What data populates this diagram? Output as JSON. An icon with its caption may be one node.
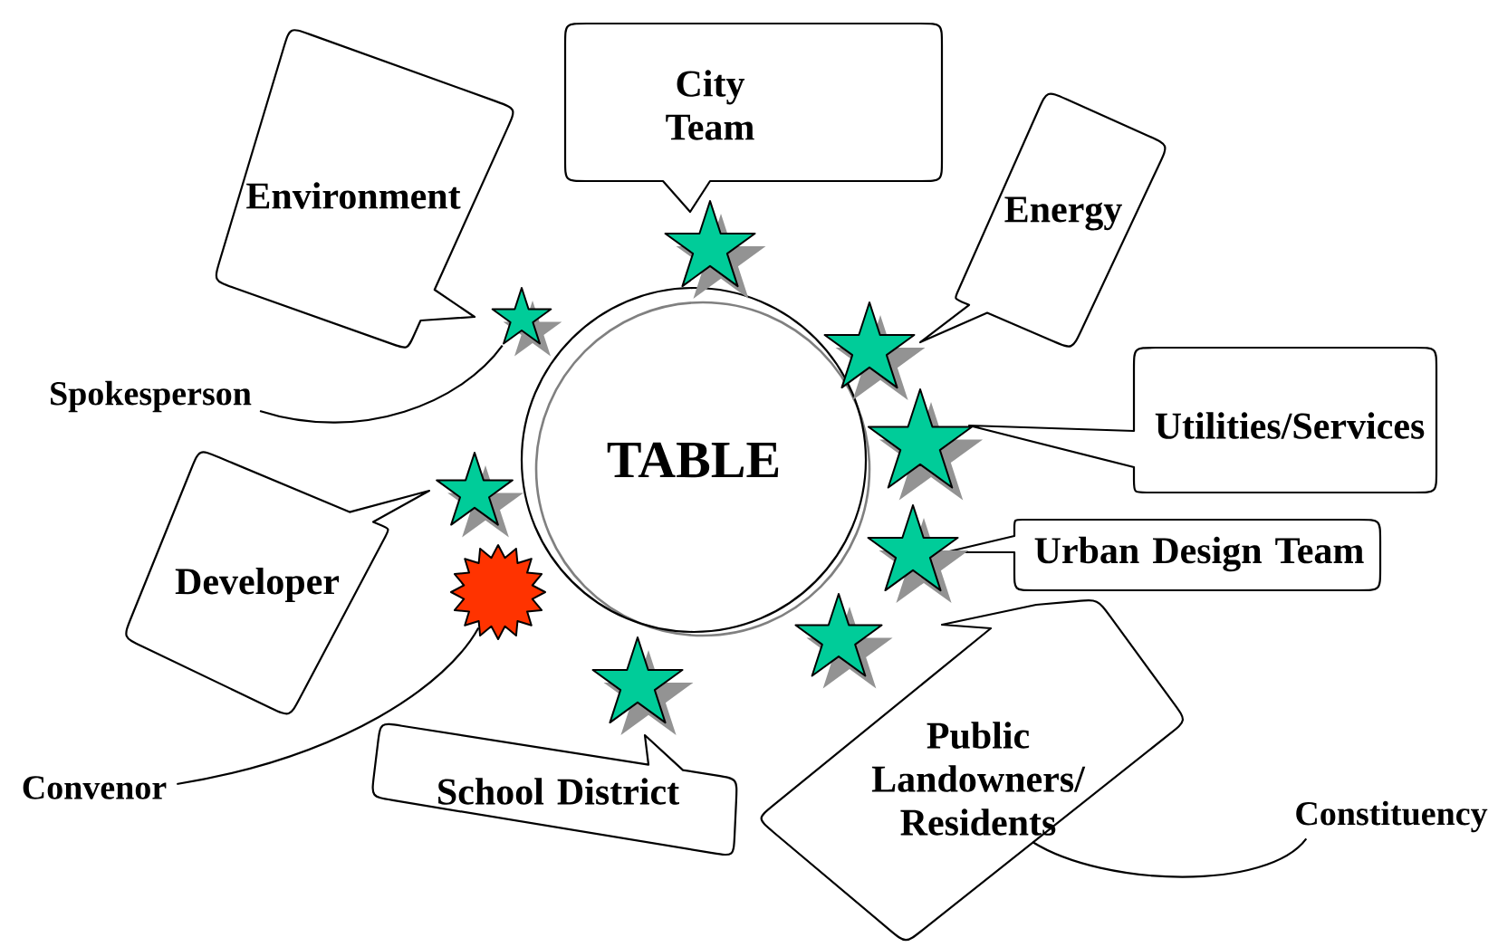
{
  "diagram": {
    "nodes": [
      {
        "text": [
          "City Team"
        ]
      },
      {
        "text": [
          "Environment"
        ]
      },
      {
        "text": [
          "Energy"
        ]
      },
      {
        "text": [
          "Spokesperson"
        ]
      },
      {
        "text": [
          "Utilities/Services"
        ]
      },
      {
        "text": [
          "TABLE"
        ]
      },
      {
        "text": [
          "Developer"
        ]
      },
      {
        "text": [
          "Urban Design Team"
        ]
      },
      {
        "text": [
          "Public Landowners/ Residents"
        ]
      },
      {
        "text": [
          "School District"
        ]
      },
      {
        "text": [
          "Convenor"
        ]
      },
      {
        "text": [
          "Constituency"
        ]
      },
      {
        "text": [],
        "shape": "star"
      },
      {
        "text": [],
        "shape": "star"
      },
      {
        "text": [],
        "shape": "star"
      },
      {
        "text": [],
        "shape": "star"
      },
      {
        "text": [],
        "shape": "star"
      },
      {
        "text": [],
        "shape": "star"
      },
      {
        "text": [],
        "shape": "burst"
      },
      {
        "text": [],
        "shape": "star"
      },
      {
        "text": [],
        "shape": "star"
      }
    ],
    "edges": [
      {
        "from": 3,
        "to": 13,
        "arrow": "none"
      },
      {
        "from": 10,
        "to": 18,
        "arrow": "none"
      },
      {
        "from": 11,
        "to": 8,
        "arrow": "none"
      }
    ]
  }
}
